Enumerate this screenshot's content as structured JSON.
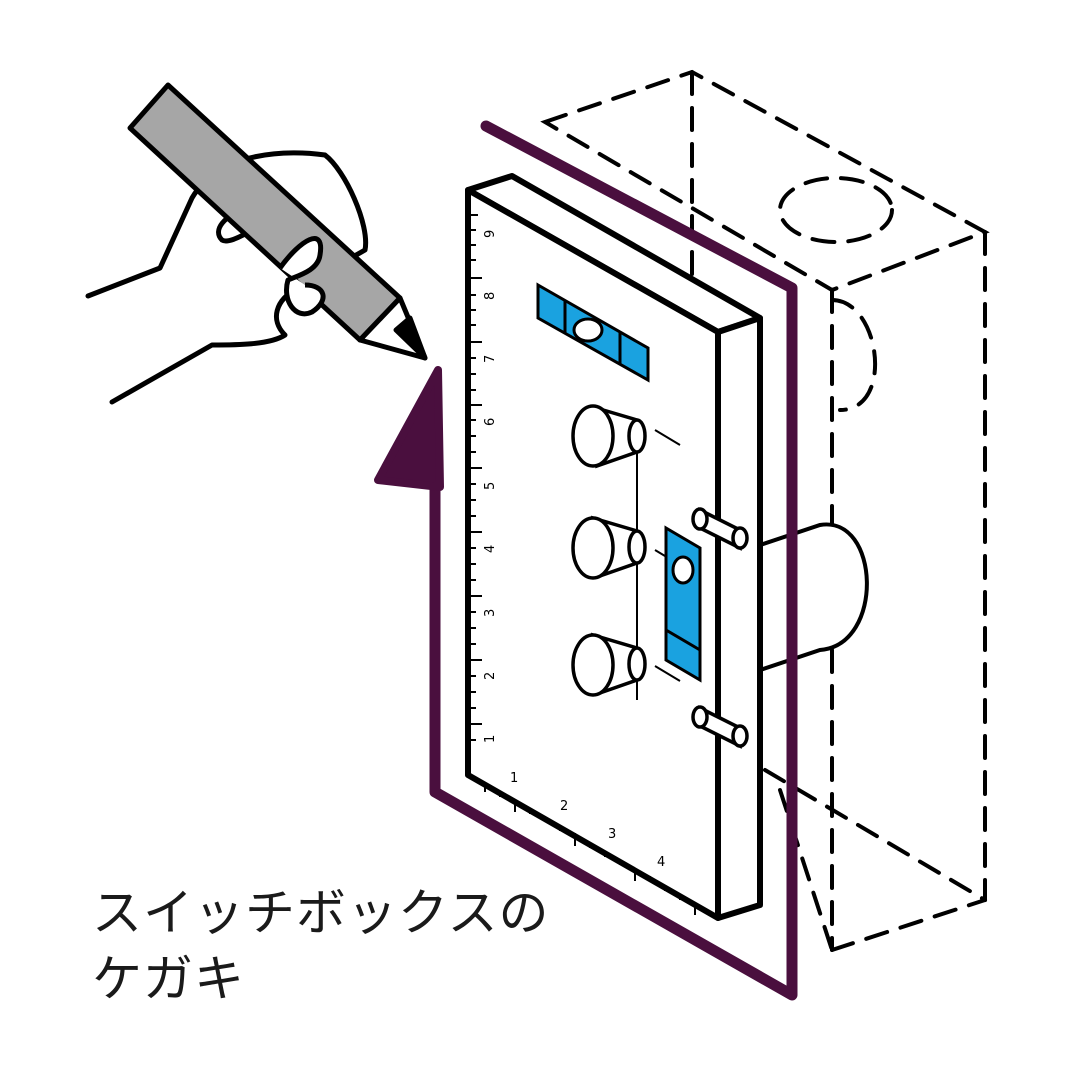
{
  "caption": {
    "line1": "スイッチボックスの",
    "line2": "ケガキ"
  },
  "ruler": {
    "vertical_labels": [
      "9",
      "8",
      "7",
      "6",
      "5",
      "4",
      "3",
      "2",
      "1"
    ],
    "horizontal_labels": [
      "1",
      "2",
      "3",
      "4"
    ]
  },
  "colors": {
    "outline": "#000000",
    "marking_line": "#4a0f3e",
    "level_vial": "#1aa2e0",
    "pencil_body": "#a6a6a6",
    "background": "#ffffff"
  },
  "icons": {
    "pencil": "pencil-icon",
    "hand": "hand-icon",
    "template": "marking-template",
    "box": "switch-box-outline"
  }
}
